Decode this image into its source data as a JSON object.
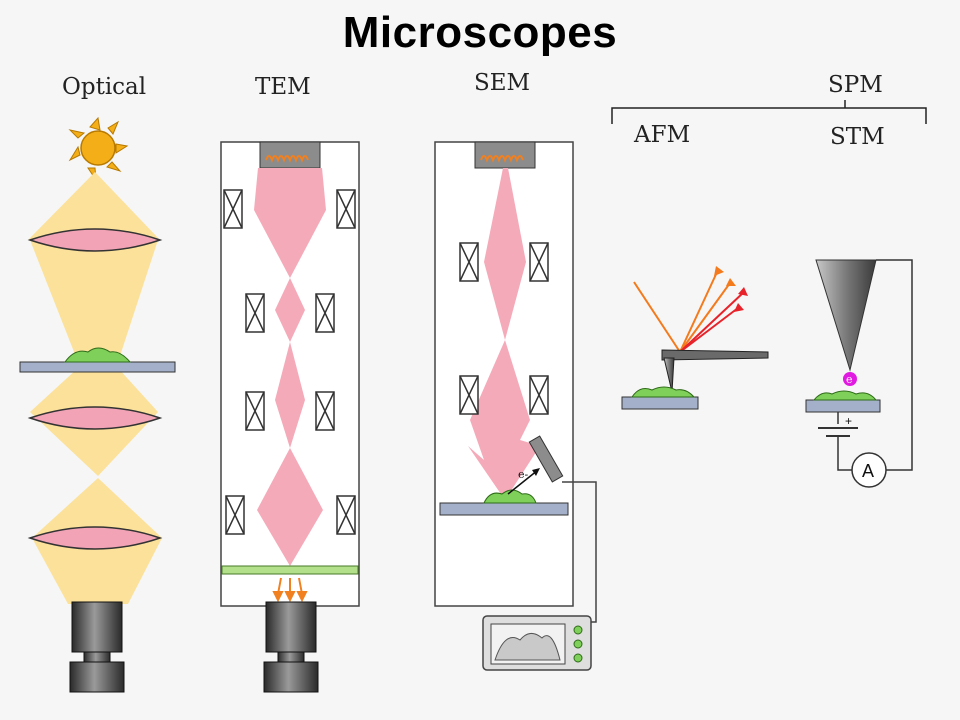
{
  "title": "Microscopes",
  "labels": {
    "optical": "Optical",
    "tem": "TEM",
    "sem": "SEM",
    "spm": "SPM",
    "afm": "AFM",
    "stm": "STM"
  },
  "symbols": {
    "electron": "e",
    "sem_electron": "e-",
    "ammeter": "A",
    "plus": "+"
  },
  "colors": {
    "light_beam": "#fbe19a",
    "sun": "#f4ae18",
    "lens": "#f2a4b6",
    "electron_beam": "#f5aab9",
    "slide": "#a4b0ca",
    "sample": "#7fd05a",
    "screen": "#b3e08a",
    "afm_laser": "#f47a1c",
    "afm_reflect": "#e8222a",
    "stm_electron": "#e01ae0"
  }
}
